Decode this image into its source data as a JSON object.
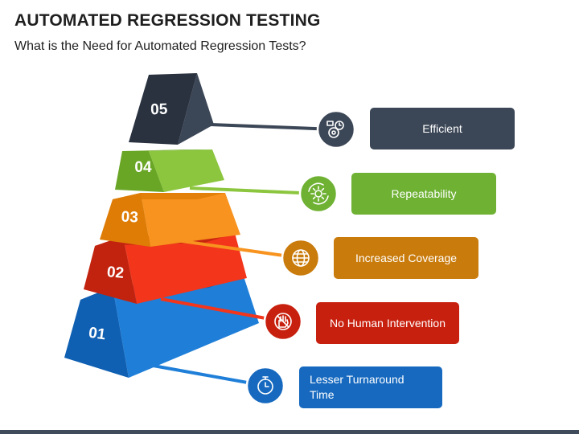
{
  "title": "AUTOMATED REGRESSION TESTING",
  "subtitle": "What is the Need for Automated Regression Tests?",
  "levels": [
    {
      "number": "01",
      "label_lines": [
        "Lesser Turnaround",
        "Time"
      ],
      "icon": "stopwatch-icon",
      "color": "#1f7fd8",
      "color_dark": "#0f5fb2",
      "box_color": "#1669bf"
    },
    {
      "number": "02",
      "label_lines": [
        "No Human Intervention"
      ],
      "icon": "no-hand-icon",
      "color": "#f2351b",
      "color_dark": "#c2230e",
      "box_color": "#c8200e"
    },
    {
      "number": "03",
      "label_lines": [
        "Increased Coverage"
      ],
      "icon": "globe-icon",
      "color": "#f7931e",
      "color_dark": "#de7c06",
      "box_color": "#c97b0b"
    },
    {
      "number": "04",
      "label_lines": [
        "Repeatability"
      ],
      "icon": "gear-cycle-icon",
      "color": "#8cc63f",
      "color_dark": "#6aa626",
      "box_color": "#6eb133"
    },
    {
      "number": "05",
      "label_lines": [
        "Efficient"
      ],
      "icon": "efficiency-icon",
      "color": "#3b4656",
      "color_dark": "#2a3240",
      "box_color": "#3b4656"
    }
  ]
}
